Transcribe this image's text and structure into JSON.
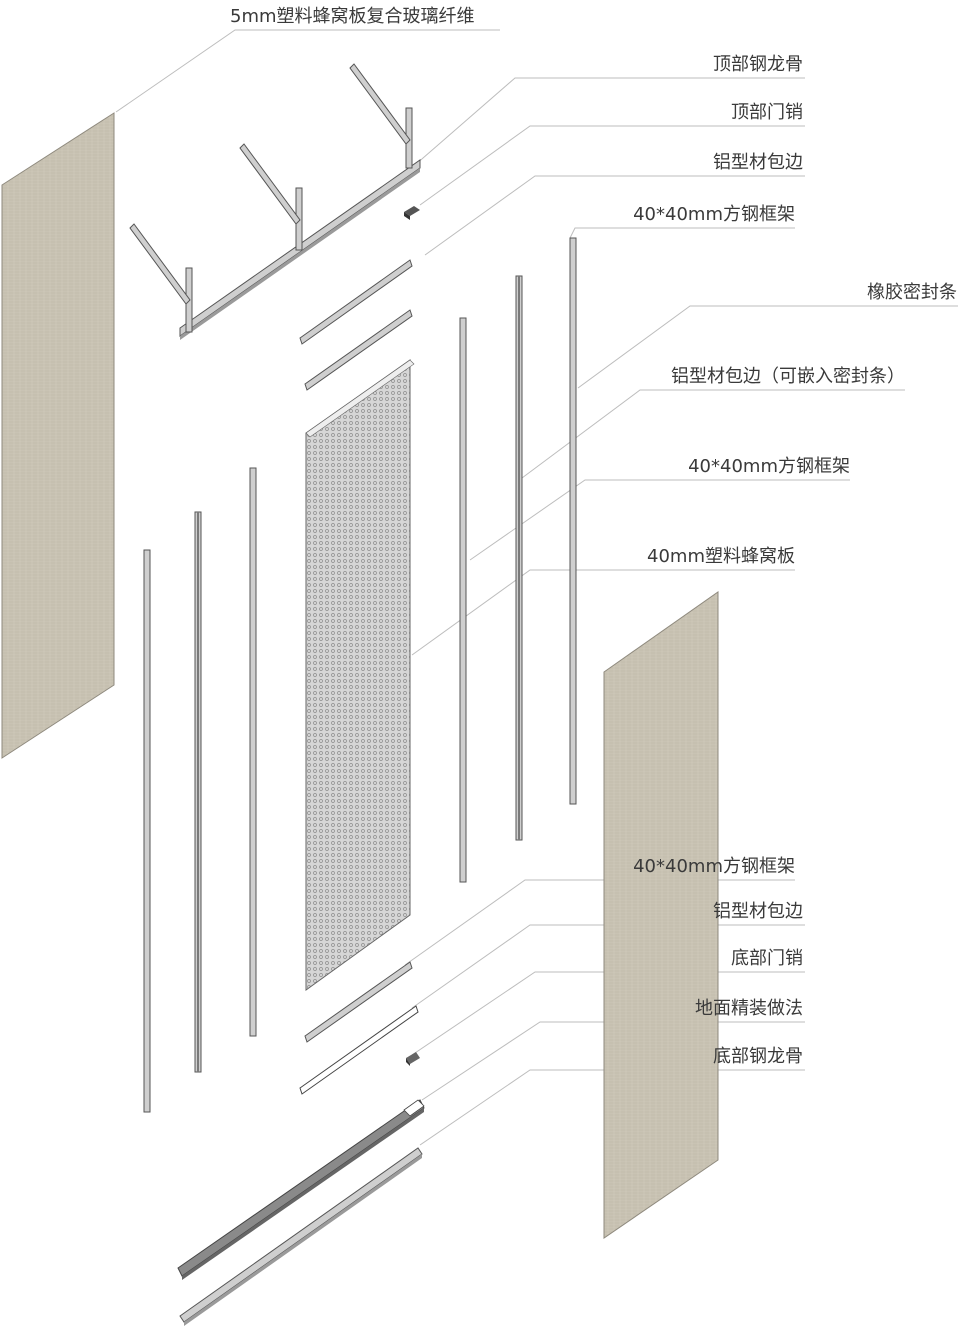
{
  "labels": {
    "top_fiberglass": "5mm塑料蜂窝板复合玻璃纤维",
    "top_steel_keel": "顶部钢龙骨",
    "top_door_pin": "顶部门销",
    "alu_trim_1": "铝型材包边",
    "steel_frame_1": "40*40mm方钢框架",
    "rubber_seal": "橡胶密封条",
    "alu_trim_seal": "铝型材包边（可嵌入密封条）",
    "steel_frame_2": "40*40mm方钢框架",
    "honeycomb_40": "40mm塑料蜂窝板",
    "steel_frame_3": "40*40mm方钢框架",
    "alu_trim_2": "铝型材包边",
    "bottom_door_pin": "底部门销",
    "floor_finish": "地面精装做法",
    "bottom_steel_keel": "底部钢龙骨"
  },
  "colors": {
    "board": "#c9c3b4",
    "board_edge": "#8f8a7e",
    "steel": "#cfcfcf",
    "steel_edge": "#555555",
    "leader": "#bdbdbd",
    "text": "#3a3a3a"
  },
  "icons": {
    "door_pin": "pin-block-icon"
  }
}
